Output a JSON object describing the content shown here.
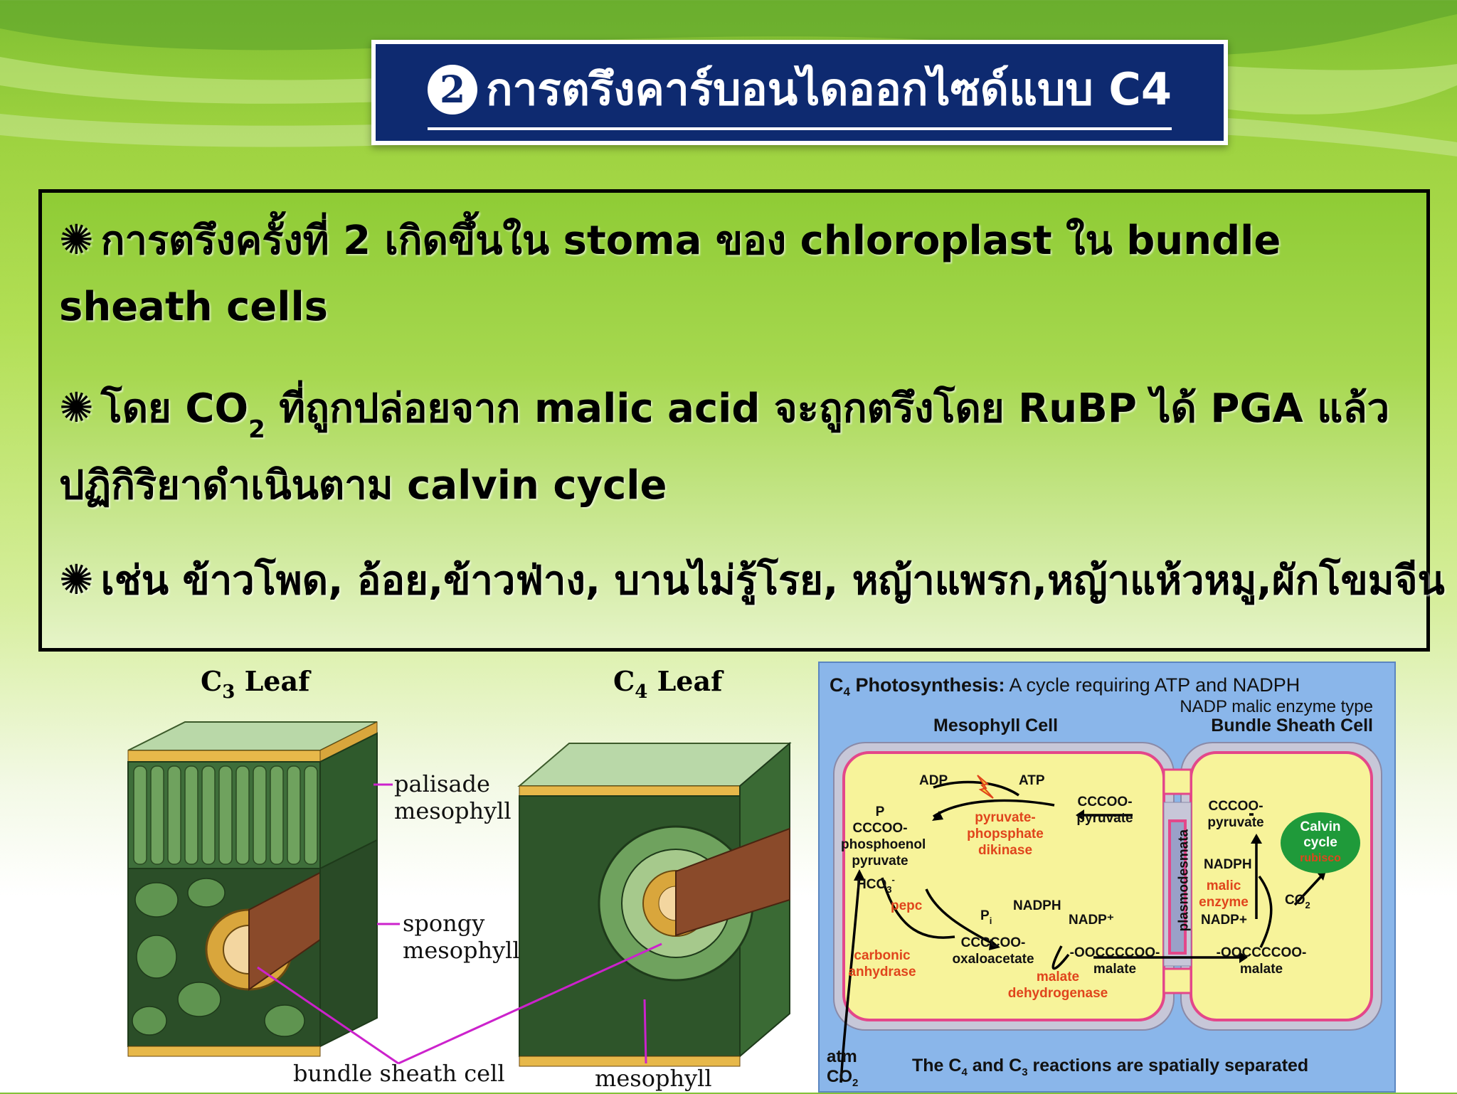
{
  "title": {
    "number": "2",
    "text": "การตรึงคาร์บอนไดออกไซด์แบบ C4"
  },
  "bullets": {
    "star": "✺",
    "b1_line1": "การตรึงครั้งที่ 2 เกิดขึ้นใน  stoma ของ chloroplast  ใน bundle",
    "b1_line2": "sheath cells",
    "b2_pre": "โดย CO",
    "b2_sub": "2",
    "b2_post": " ที่ถูกปล่อยจาก malic acid จะถูกตรึงโดย RuBP ได้ PGA แล้ว",
    "b2_line2": "ปฏิกิริยาดำเนินตาม calvin cycle",
    "b3": "เช่น ข้าวโพด, อ้อย,ข้าวฟ่าง, บานไม่รู้โรย, หญ้าแพรก,หญ้าแห้วหมู,ผักโขมจีน"
  },
  "leaf_diagram": {
    "c3_label": "C",
    "c3_sub": "3",
    "c3_word": " Leaf",
    "c4_label": "C",
    "c4_sub": "4",
    "c4_word": " Leaf",
    "palisade": "palisade",
    "palisade2": "mesophyll",
    "spongy": "spongy",
    "spongy2": "mesophyll",
    "bundle_sheath": "bundle sheath cell",
    "mesophyll": "mesophyll"
  },
  "c4_diagram": {
    "heading_c": "C",
    "heading_sub": "4",
    "heading_bold": " Photosynthesis:",
    "heading_rest": " A cycle requiring ATP and NADPH",
    "subtype": "NADP malic enzyme type",
    "mesophyll_cell": "Mesophyll Cell",
    "bundle_sheath_cell": "Bundle Sheath Cell",
    "adp": "ADP",
    "atp": "ATP",
    "p": "P",
    "pep1": "CCCOO-",
    "pep2": "phosphoenol",
    "pep3": "pyruvate",
    "ppdk1": "pyruvate-",
    "ppdk2": "phopsphate",
    "ppdk3": "dikinase",
    "pyr_m1": "CCCOO-",
    "pyr_m2": "pyruvate",
    "pyr_b1": "CCCOO-",
    "pyr_b2": "pyruvate",
    "hco3": "HCO",
    "hco3_sub": "3",
    "hco3_sup": "-",
    "pepc": "pepc",
    "pi": "P",
    "pi_sub": "i",
    "nadph_m": "NADPH",
    "nadp_m": "NADP⁺",
    "oaa1": "CCCCOO-",
    "oaa2": "oxaloacetate",
    "mal_m1": "-OOCCCCOO-",
    "mal_m2": "malate",
    "mdh1": "malate",
    "mdh2": "dehydrogenase",
    "ca1": "carbonic",
    "ca2": "anhydrase",
    "plasmodesmata": "plasmodesmata",
    "nadph_b": "NADPH",
    "me1": "malic",
    "me2": "enzyme",
    "nadp_b": "NADP+",
    "mal_b1": "-OOCCCCOO-",
    "mal_b2": "malate",
    "co2": "CO",
    "co2_sub": "2",
    "calvin1": "Calvin",
    "calvin2": "cycle",
    "rubisco": "rubisco",
    "atm1": "atm",
    "atm2": "CO",
    "atm2_sub": "2",
    "footer_pre": "The C",
    "footer_sub1": "4",
    "footer_mid": " and C",
    "footer_sub2": "3",
    "footer_post": " reactions are spatially separated"
  },
  "colors": {
    "title_bg": "#0e2a70",
    "cytoplasm": "#f7f39a",
    "membrane": "#e3478a",
    "panel_bg": "#8ab6ea",
    "enzyme_text": "#e0451c",
    "calvin_fill": "#1f9a3a",
    "pointer_line": "#cc22cc"
  }
}
